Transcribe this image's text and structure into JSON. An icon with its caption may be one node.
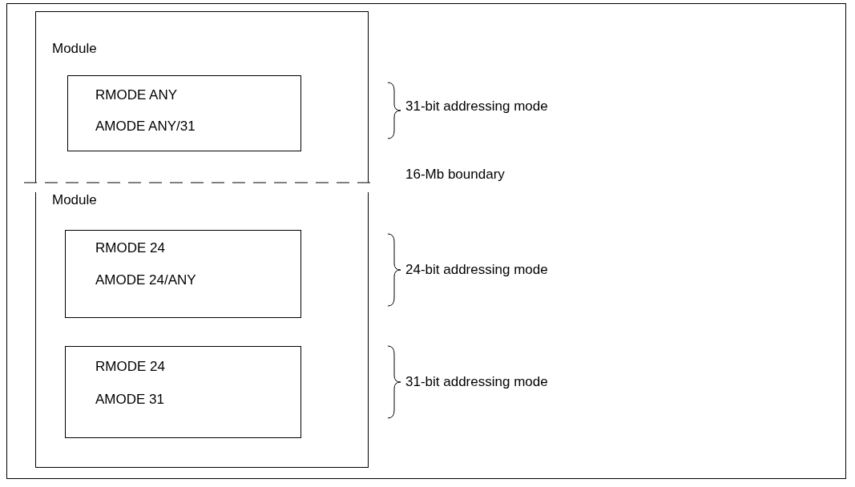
{
  "diagram": {
    "nodes": [
      {
        "text": [
          "Module"
        ]
      },
      {
        "text": [
          "RMODE ANY",
          "AMODE ANY/31"
        ],
        "in": 0
      },
      {
        "text": [
          "Module"
        ]
      },
      {
        "text": [
          "RMODE 24",
          "AMODE 24/ANY"
        ],
        "in": 2
      },
      {
        "text": [
          "RMODE 24",
          "AMODE 31"
        ],
        "in": 2
      }
    ],
    "edges": [],
    "labels": [
      "31-bit addressing mode",
      "16-Mb boundary",
      "24-bit addressing mode",
      "31-bit addressing mode"
    ]
  }
}
